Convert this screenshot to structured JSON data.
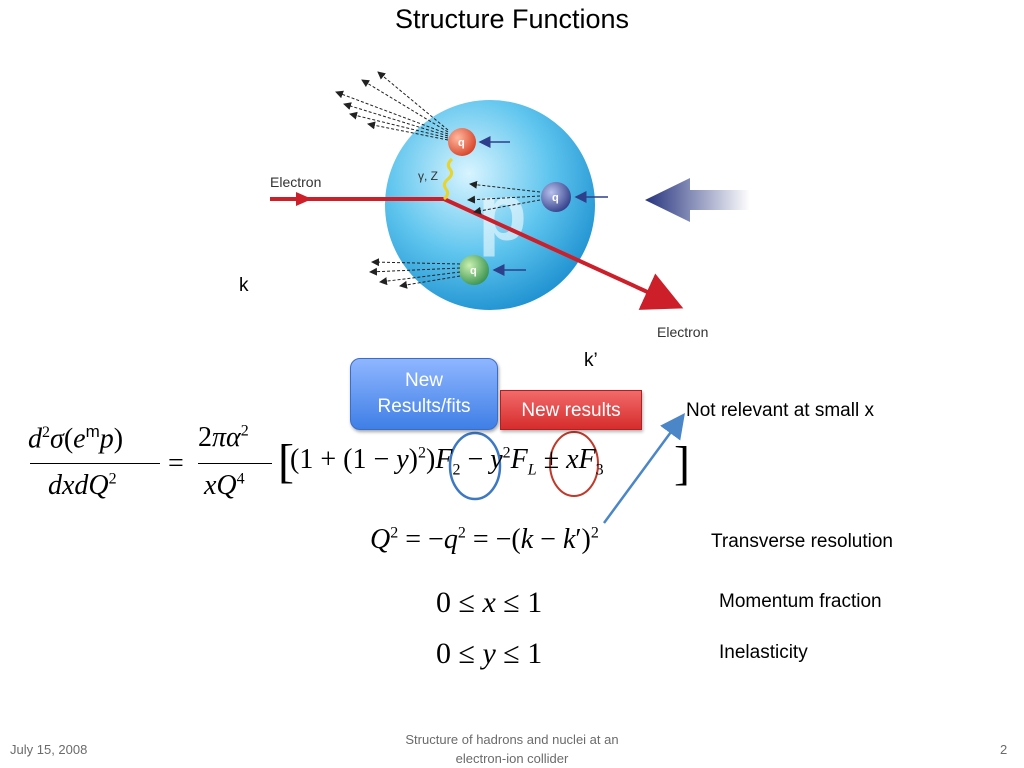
{
  "slide": {
    "title": "Structure Functions"
  },
  "diagram": {
    "electron_in_label": "Electron",
    "electron_out_label": "Electron",
    "boson_label": "γ, Z",
    "proton_label": "p",
    "quark_label": "q",
    "k_label": "k",
    "kprime_label": "k’"
  },
  "callouts": {
    "blue": [
      "New",
      "Results/fits"
    ],
    "red": "New results",
    "not_relevant": "Not relevant at small x"
  },
  "equations": {
    "cross_section": {
      "lhs_num": "d²σ(e^m p)",
      "lhs_den": "dxdQ²",
      "rhs_num": "2πα²",
      "rhs_den": "xQ⁴",
      "bracket": "(1 + (1 − y)²)F₂ − y²F_L ± xF₃"
    },
    "q2": "Q² = −q² = −(k − k′)²",
    "x_range": "0 ≤ x ≤ 1",
    "y_range": "0 ≤ y ≤ 1"
  },
  "annotations": {
    "transverse": "Transverse resolution",
    "momentum": "Momentum fraction",
    "inelasticity": "Inelasticity"
  },
  "footer": {
    "date": "July 15, 2008",
    "center_line1": "Structure of hadrons and nuclei at an",
    "center_line2": "electron-ion collider",
    "page": "2"
  },
  "colors": {
    "electron_line": "#cc1f2a",
    "proton_light": "#bfe9fb",
    "proton_dark": "#1ea0da",
    "quark_red": "#e05a3a",
    "quark_blue": "#3e4c92",
    "quark_green": "#4aa05a",
    "arrow_blue": "#2e3f8c",
    "pointer_blue": "#4a86c8"
  }
}
